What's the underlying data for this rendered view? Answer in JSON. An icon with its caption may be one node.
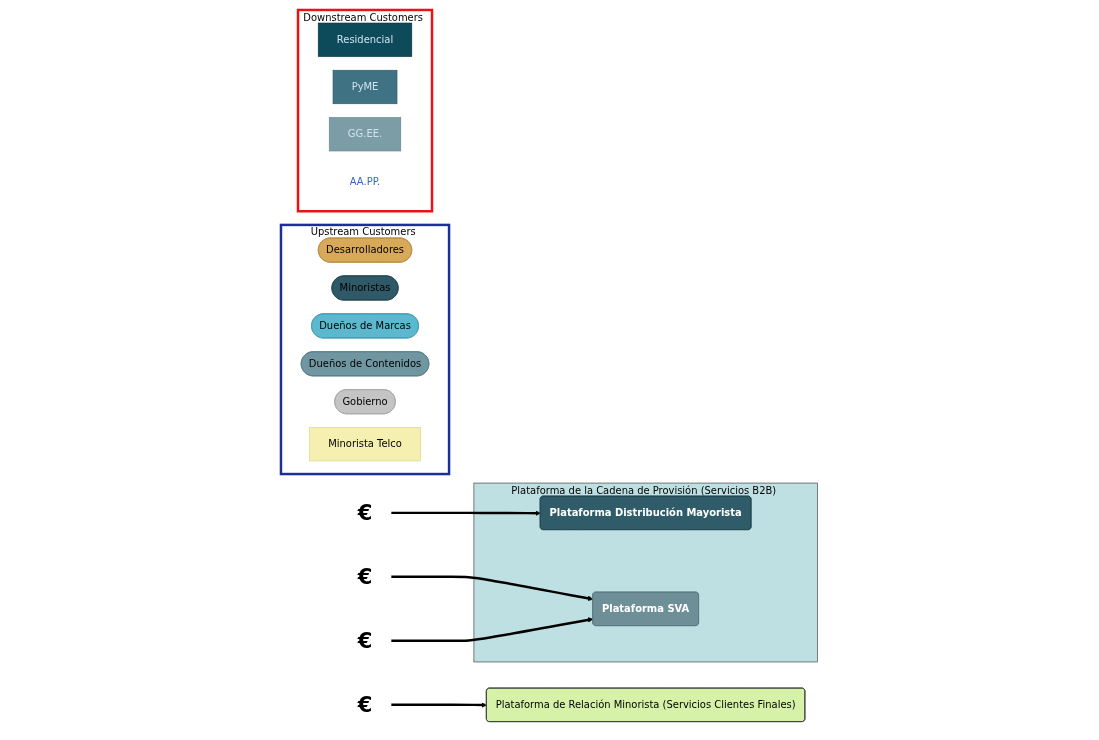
{
  "diagram": {
    "nodes": [
      {
        "text": [
          "Upstream Customers"
        ]
      },
      {
        "text": [
          "Desarrolladores"
        ],
        "in": 0
      },
      {
        "text": [
          "Minoristas"
        ],
        "in": 0
      },
      {
        "text": [
          "Dueños de Marcas"
        ],
        "in": 0
      },
      {
        "text": [
          "Dueños de Contenidos"
        ],
        "in": 0
      },
      {
        "text": [
          "Gobierno"
        ],
        "in": 0
      },
      {
        "text": [
          "Minorista Telco"
        ],
        "in": 0
      },
      {
        "text": [
          "Plataforma de Relación Minorista (Servicios Clientes Finales)"
        ]
      },
      {
        "text": [
          "Plataforma de la Cadena de Provisión (Servicios B2B)"
        ]
      },
      {
        "text": [
          "Plataforma Distribución Mayorista"
        ],
        "in": 8
      },
      {
        "text": [
          "Plataforma SVA"
        ],
        "in": 8
      },
      {
        "text": [
          "Downstream Customers"
        ]
      },
      {
        "text": [
          "Residencial"
        ],
        "in": 11
      },
      {
        "text": [
          "PyME"
        ],
        "in": 11
      },
      {
        "text": [
          "GG.EE."
        ],
        "in": 11
      },
      {
        "text": [
          "AA.PP."
        ],
        "in": 11
      },
      {
        "text": [
          "€"
        ]
      },
      {
        "text": [
          "€"
        ]
      },
      {
        "text": [
          "€"
        ]
      },
      {
        "text": [
          "€"
        ]
      }
    ],
    "edges": [
      {
        "from": 16,
        "to": 7,
        "arrow": "to"
      },
      {
        "from": 17,
        "to": 9,
        "arrow": "to"
      },
      {
        "from": 18,
        "to": 10,
        "arrow": "to"
      },
      {
        "from": 19,
        "to": 10,
        "arrow": "to"
      }
    ]
  }
}
